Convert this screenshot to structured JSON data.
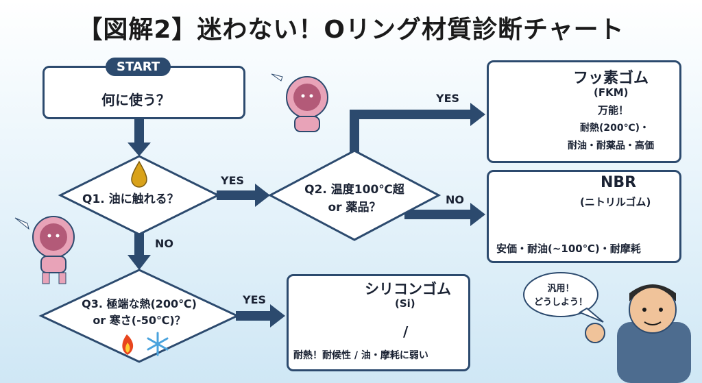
{
  "title": "【図解2】迷わない！Oリング材質診断チャート",
  "start": {
    "badge": "START",
    "question": "何に使う？"
  },
  "q1": {
    "label": "Q1. 油に触れる？"
  },
  "q2": {
    "line1": "Q2. 温度100℃超",
    "line2": "or 薬品？"
  },
  "q3": {
    "line1": "Q3. 極端な熱(200℃)",
    "line2": "or 寒さ(-50℃)？"
  },
  "branches": {
    "q1_yes": "YES",
    "q1_no": "NO",
    "q2_yes": "YES",
    "q2_no": "NO",
    "q3_yes": "YES"
  },
  "results": {
    "fkm": {
      "name": "フッ素ゴム",
      "sub": "(FKM)",
      "tag": "万能！",
      "desc1": "耐熱(200℃)・",
      "desc2": "耐油・耐薬品・高価",
      "ring_color": "#8b3a1e"
    },
    "nbr": {
      "name": "NBR",
      "sub": "(ニトリルゴム)",
      "desc": "安価・耐油(~100℃)・耐摩耗",
      "ring_color": "#1a1a1a"
    },
    "silicone": {
      "name": "シリコンゴム",
      "sub": "(Si)",
      "slash": "/",
      "desc": "耐熱！耐候性 / 油・摩耗に弱い",
      "ring_color": "#f4f4f4"
    }
  },
  "speech": {
    "line1": "汎用！",
    "line2": "どうしよう！"
  },
  "colors": {
    "navy": "#2c4a6e",
    "accent_flame": "#e8461e",
    "snow": "#4aa3dd"
  }
}
